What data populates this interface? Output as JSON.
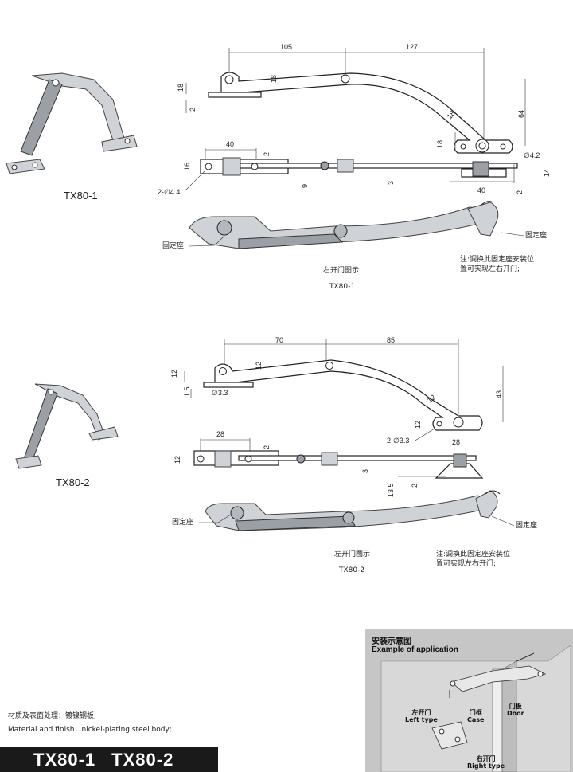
{
  "tx80_1": {
    "model_label": "TX80-1",
    "dims": {
      "d105": "105",
      "d127": "127",
      "d18a": "18",
      "d18b": "18",
      "d2a": "2",
      "d64": "64",
      "d18c": "18",
      "d18d": "18",
      "d42": "∅4.2",
      "d40a": "40",
      "d2b": "2",
      "d16": "16",
      "d9": "9",
      "d3": "3",
      "d14": "14",
      "d40b": "40",
      "d2c": "2",
      "holes": "2-∅4.4"
    },
    "fixed_seat_left": "固定座",
    "fixed_seat_right": "固定座",
    "caption_cn": "右开门图示",
    "caption_model": "TX80-1",
    "note_line1": "注:调换此固定座安装位",
    "note_line2": "置可实现左右开门;"
  },
  "tx80_2": {
    "model_label": "TX80-2",
    "dims": {
      "d70": "70",
      "d85": "85",
      "d12a": "12",
      "d12b": "12",
      "d15": "1.5",
      "d33": "∅3.3",
      "d43": "43",
      "d12c": "12",
      "d12d": "12",
      "holes": "2-∅3.3",
      "d28a": "28",
      "d28b": "28",
      "d2a": "2",
      "d12e": "12",
      "d3": "3",
      "d135": "13.5",
      "d2b": "2"
    },
    "fixed_seat_left": "固定座",
    "fixed_seat_right": "固定座",
    "caption_cn": "左开门图示",
    "caption_model": "TX80-2",
    "note_line1": "注:调换此固定座安装位",
    "note_line2": "置可实现左右开门;"
  },
  "material": {
    "cn": "材质及表面处理：镀镍钢板;",
    "en": "Material and finlsh：nickel-plating steel body;"
  },
  "banner": {
    "model1": "TX80-1",
    "model2": "TX80-2"
  },
  "application": {
    "title_cn": "安装示意图",
    "title_en": "Example of application",
    "left_cn": "左开门",
    "left_en": "Left type",
    "case_cn": "门框",
    "case_en": "Case",
    "door_cn": "门板",
    "door_en": "Door",
    "right_cn": "右开门",
    "right_en": "Right type"
  }
}
